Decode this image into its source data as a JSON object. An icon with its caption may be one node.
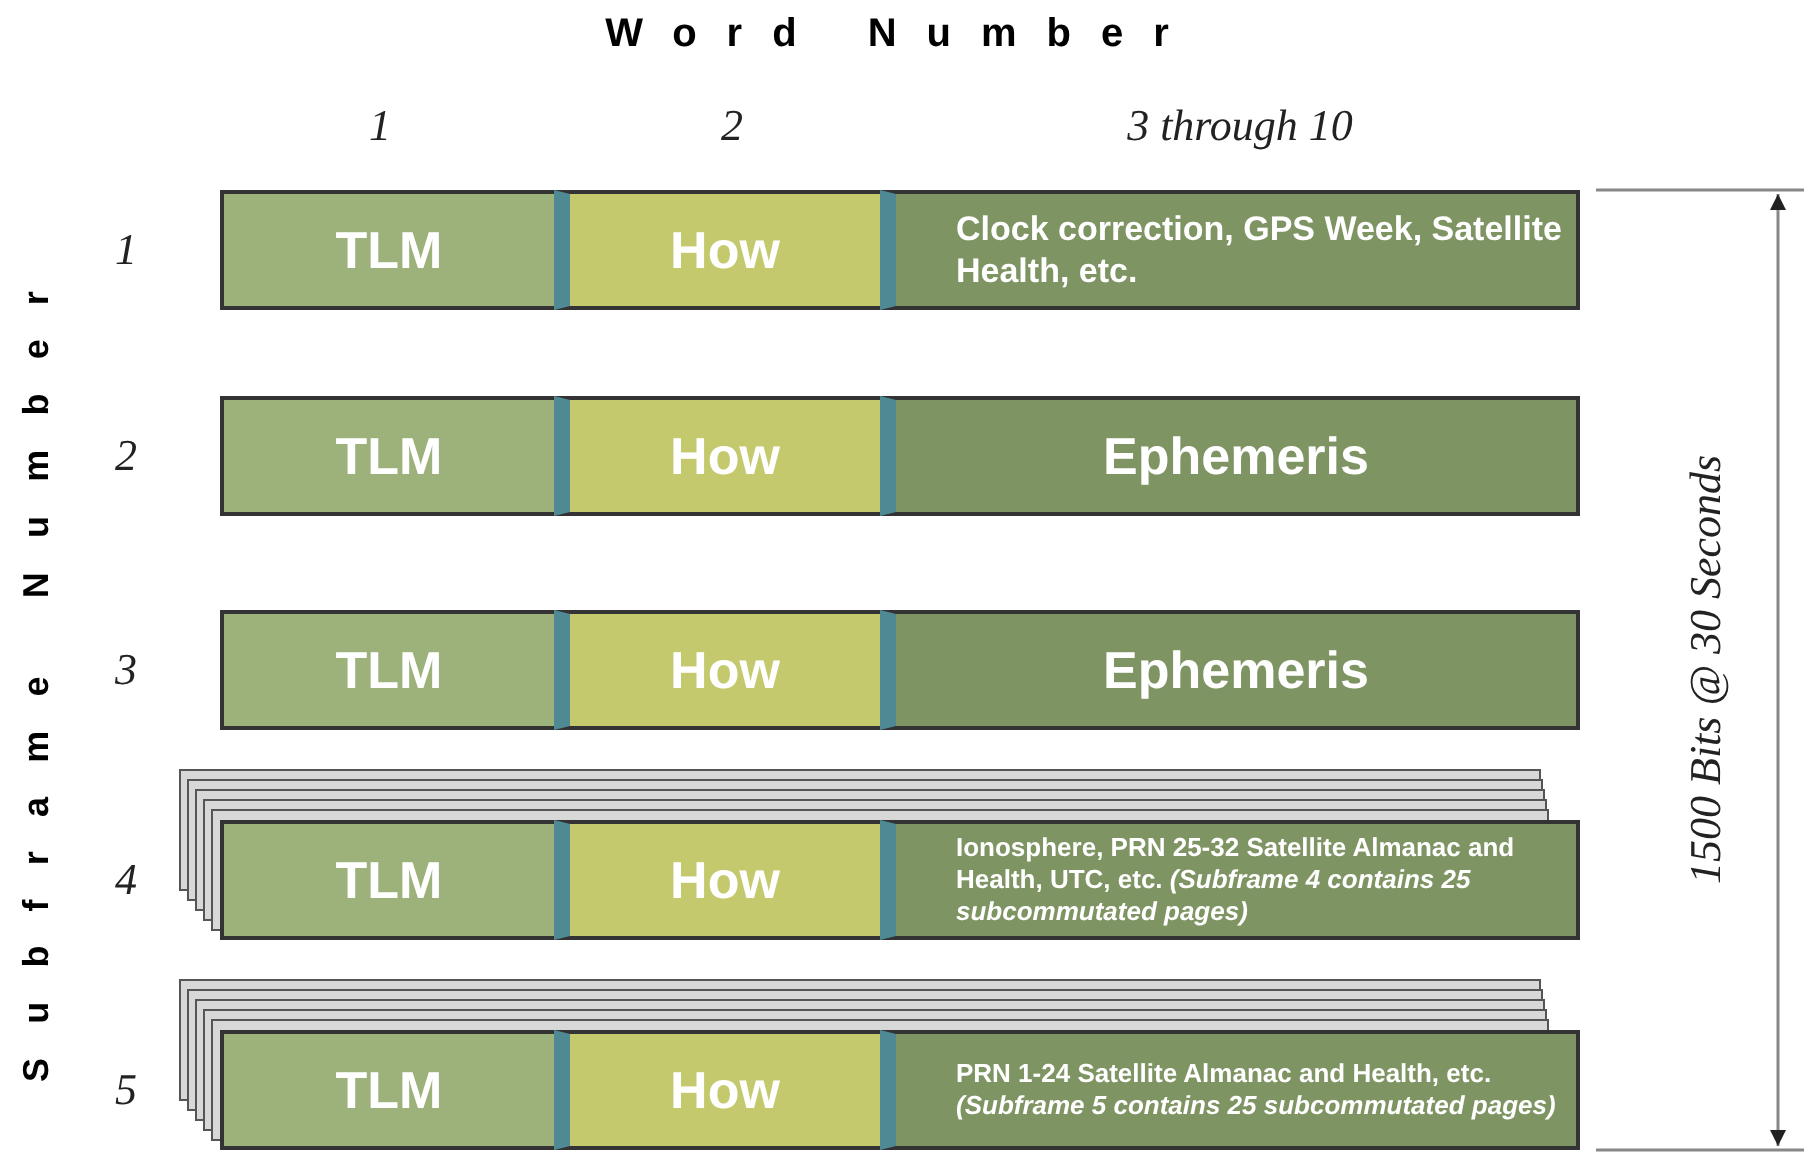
{
  "diagram": {
    "nodes": [
      {
        "text": [
          "TLM"
        ]
      },
      {
        "text": [
          "How"
        ]
      },
      {
        "text": [
          "Clock correction, GPS Week, Satellite Health, etc."
        ]
      },
      {
        "text": [
          "TLM"
        ]
      },
      {
        "text": [
          "How"
        ]
      },
      {
        "text": [
          "Ephemeris"
        ]
      },
      {
        "text": [
          "TLM"
        ]
      },
      {
        "text": [
          "How"
        ]
      },
      {
        "text": [
          "Ephemeris"
        ]
      },
      {
        "text": [
          "TLM"
        ]
      },
      {
        "text": [
          "How"
        ]
      },
      {
        "text": [
          "Ionosphere, PRN 25-32 Satellite Almanac and Health, UTC, etc. *(Subframe 4 contains 25 subcommutated pages)*"
        ]
      },
      {
        "text": [
          "TLM"
        ]
      },
      {
        "text": [
          "How"
        ]
      },
      {
        "text": [
          "PRN 1-24 Satellite Almanac and Health, etc. *(Subframe 5 contains 25 subcommutated pages)*"
        ]
      }
    ],
    "edges": [],
    "labels": [
      "Word Number",
      "1",
      "2",
      "3 through 10",
      "Subframe Number",
      "1",
      "2",
      "3",
      "4",
      "5",
      "1500 Bits @ 30 Seconds"
    ]
  }
}
